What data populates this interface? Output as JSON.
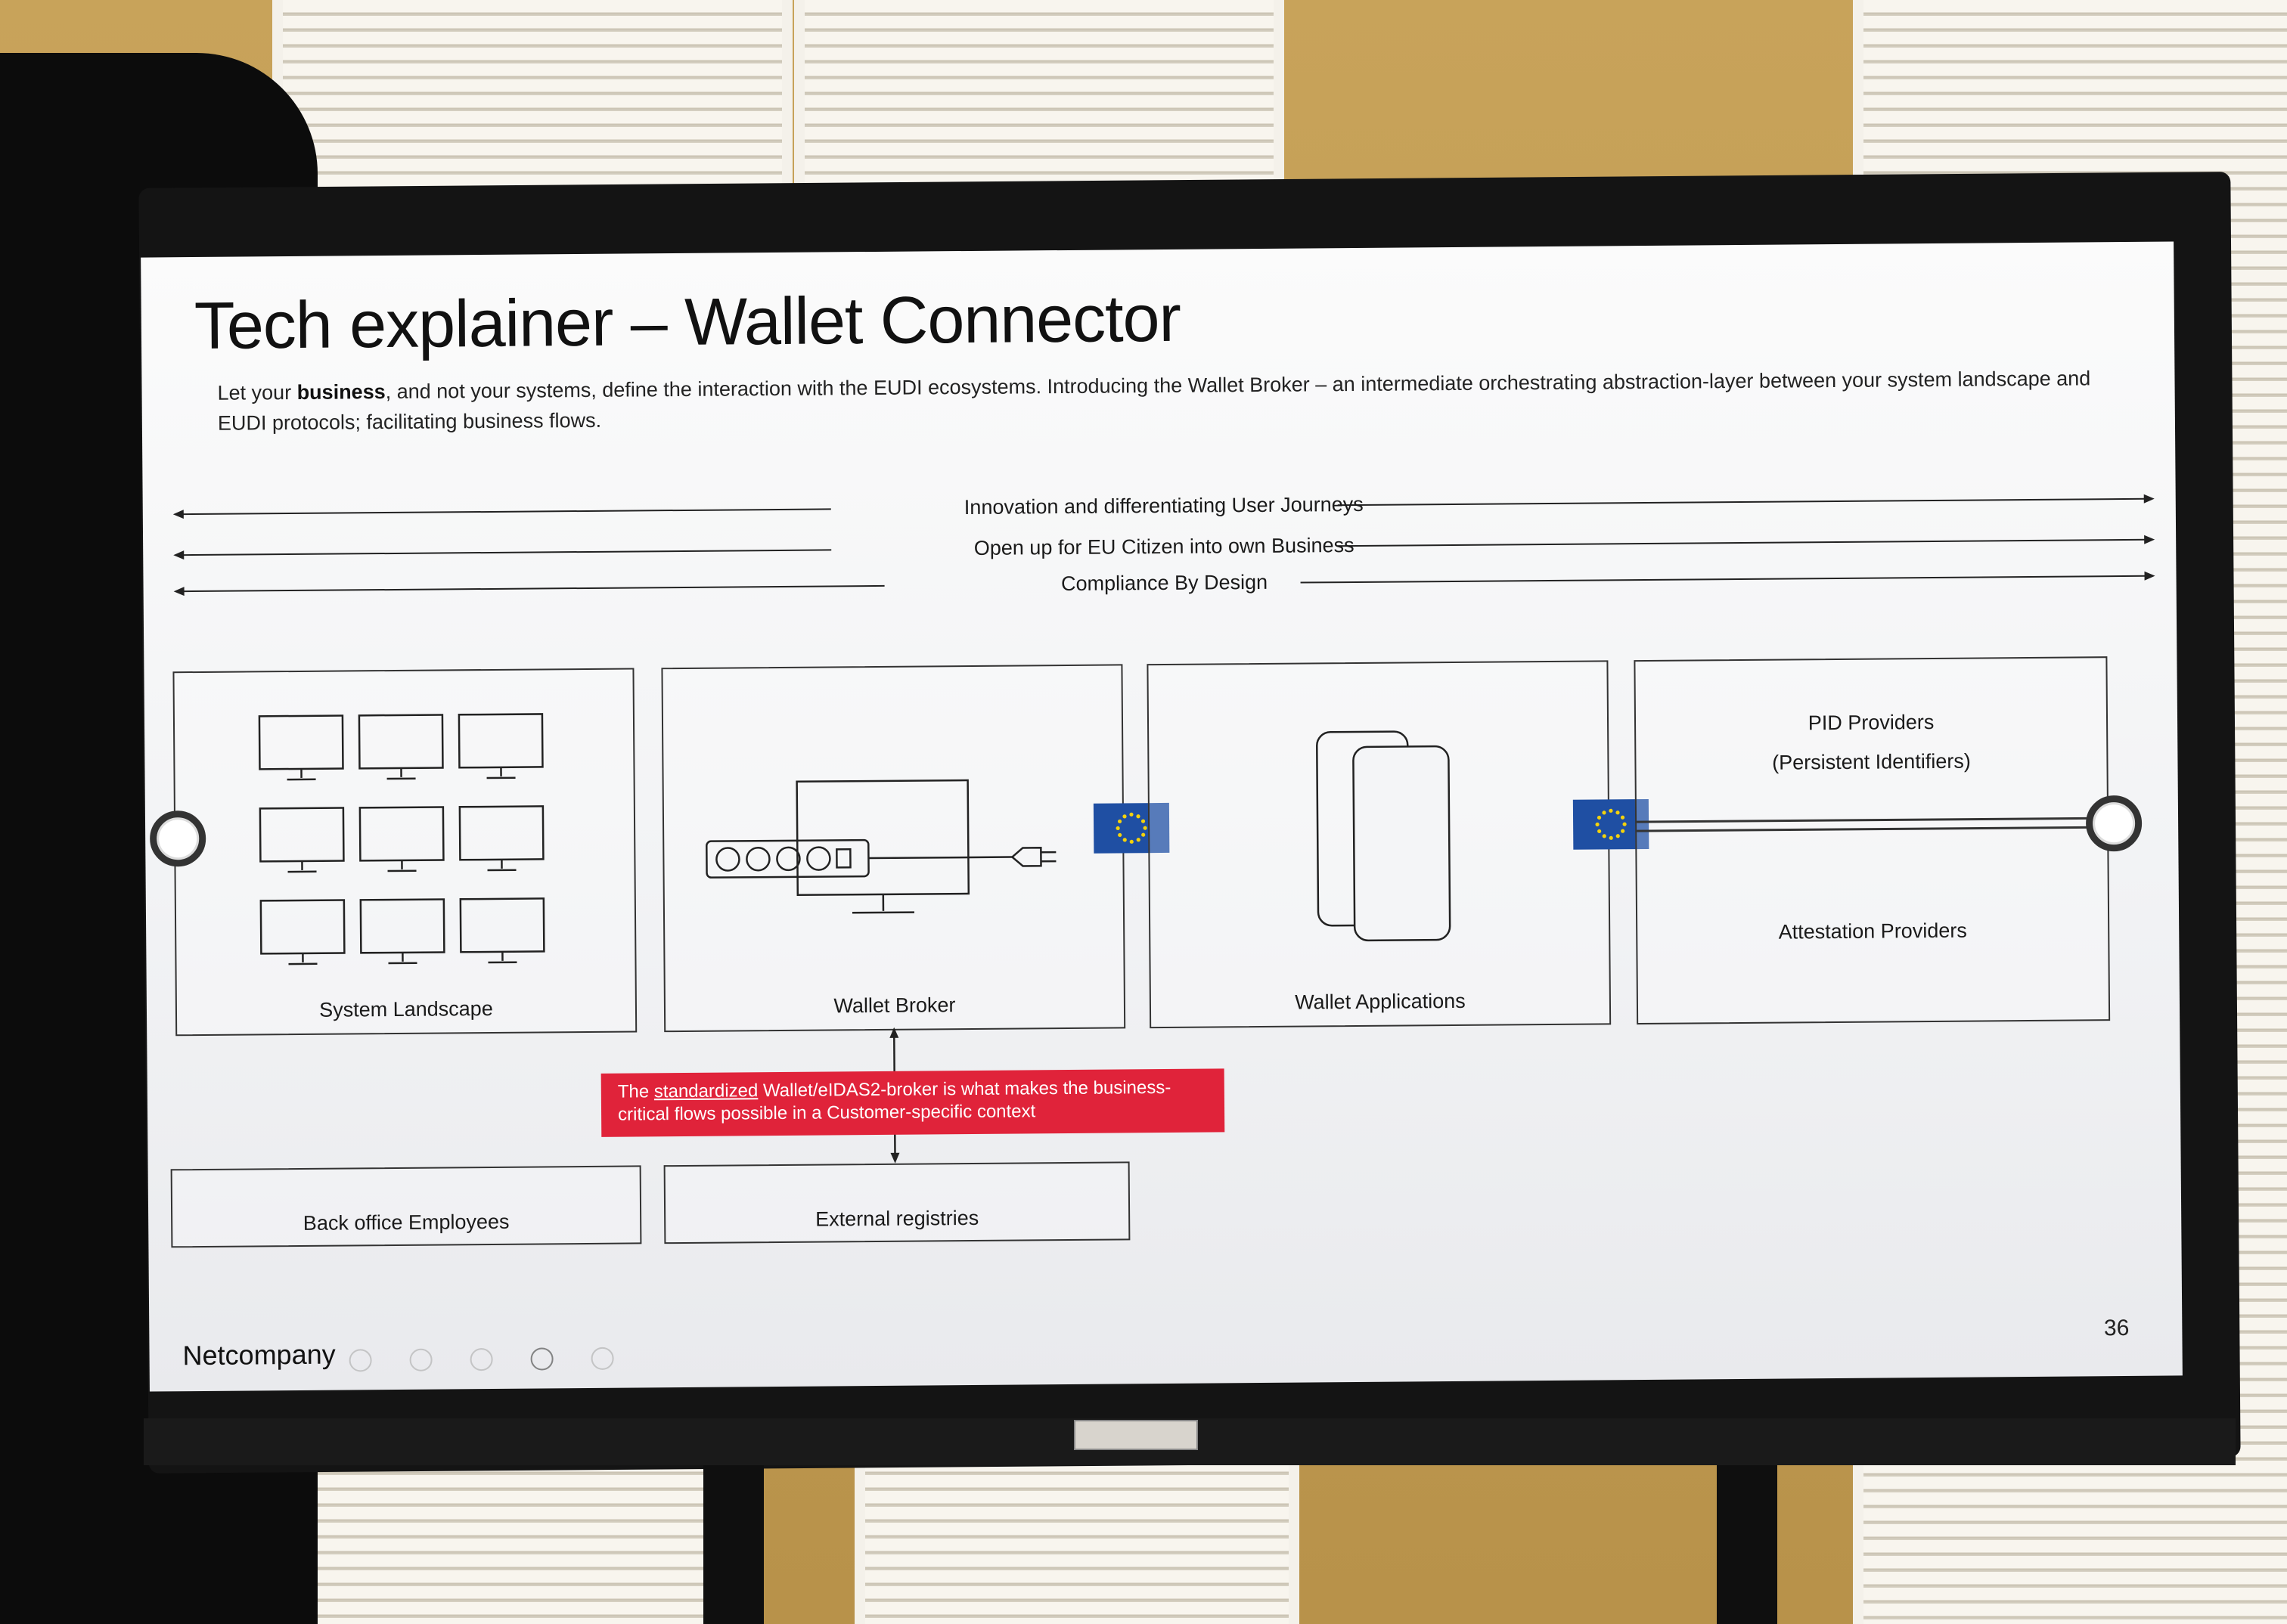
{
  "slide": {
    "title": "Tech explainer – Wallet Connector",
    "intro": {
      "prefix": "Let your ",
      "bold": "business",
      "rest": ", and not your systems, define the interaction with the EUDI ecosystems. Introducing the Wallet Broker – an intermediate orchestrating  abstraction-layer between your system landscape and EUDI protocols; facilitating business flows."
    },
    "journeys": [
      "Innovation and differentiating User Journeys",
      "Open up for EU Citizen into own Business",
      "Compliance By Design"
    ],
    "boxes": {
      "system_landscape": "System Landscape",
      "wallet_broker": "Wallet Broker",
      "wallet_applications": "Wallet Applications",
      "pid_providers": "PID Providers",
      "pid_providers_sub": "(Persistent Identifiers)",
      "attestation_providers": "Attestation Providers",
      "back_office": "Back office Employees",
      "external_registries": "External registries"
    },
    "callout": {
      "prefix": "The ",
      "underlined": "standardized",
      "rest": " Wallet/eIDAS2-broker is what makes the business-critical flows possible in a Customer-specific context"
    },
    "footer": {
      "brand": "Netcompany",
      "page_number": "36"
    }
  },
  "colors": {
    "callout": "#e0233a",
    "eu_flag_blue": "#1f4fa3",
    "eu_star_yellow": "#f4d20c"
  },
  "icons": [
    "monitor-icon",
    "power-strip-icon",
    "plug-icon",
    "eu-flag-icon",
    "phone-icon",
    "connector-ring-icon"
  ]
}
